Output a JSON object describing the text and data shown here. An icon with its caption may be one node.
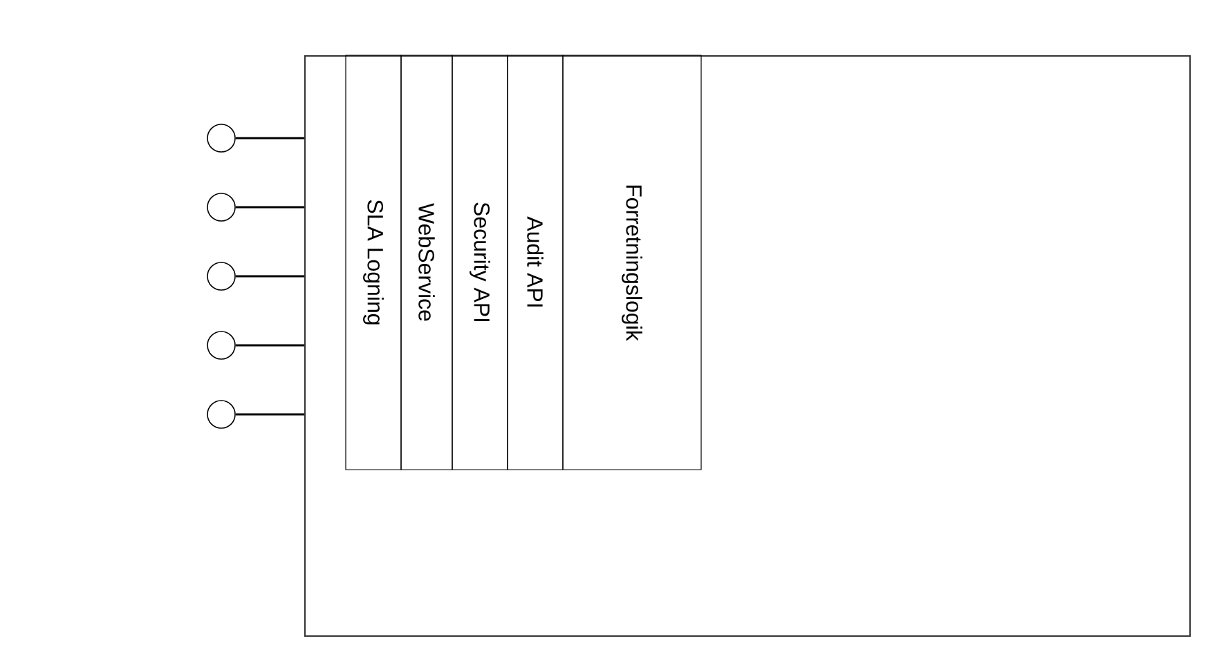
{
  "diagram": {
    "nodes": [
      {
        "text": [],
        "shape": "box"
      },
      {
        "text": [
          "SLA Logning"
        ],
        "in": 0
      },
      {
        "text": [
          "WebService"
        ],
        "in": 0
      },
      {
        "text": [
          "Security API"
        ],
        "in": 0
      },
      {
        "text": [
          "Audit API"
        ],
        "in": 0
      },
      {
        "text": [
          "Forretningslogik"
        ],
        "in": 0
      },
      {
        "text": [],
        "shape": "circle"
      },
      {
        "text": [],
        "shape": "circle"
      },
      {
        "text": [],
        "shape": "circle"
      },
      {
        "text": [],
        "shape": "circle"
      },
      {
        "text": [],
        "shape": "circle"
      }
    ],
    "edges": [
      {
        "from": 6,
        "to": 0,
        "arrow": "none"
      },
      {
        "from": 7,
        "to": 0,
        "arrow": "none"
      },
      {
        "from": 8,
        "to": 0,
        "arrow": "none"
      },
      {
        "from": 9,
        "to": 0,
        "arrow": "none"
      },
      {
        "from": 10,
        "to": 0,
        "arrow": "none"
      }
    ]
  }
}
